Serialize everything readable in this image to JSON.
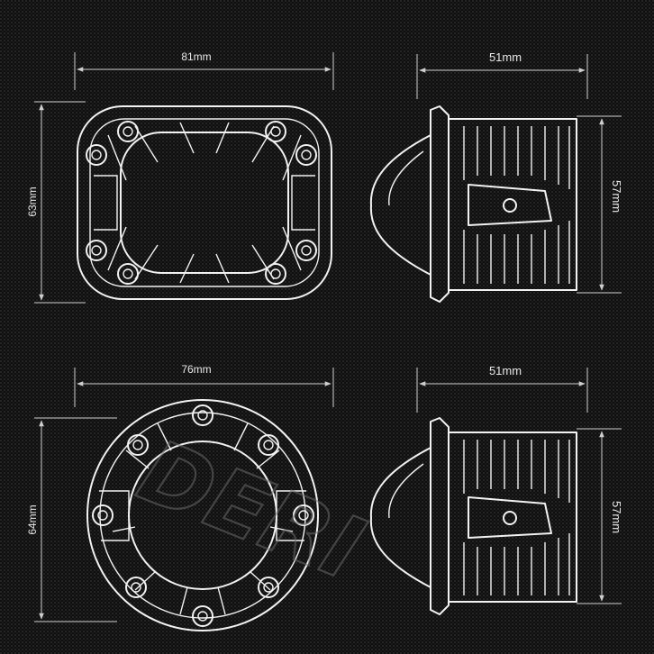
{
  "colors": {
    "background": "#0d0d0d",
    "line": "#f2f2f2",
    "dimension": "#cfcfcf"
  },
  "square_light": {
    "front_view": {
      "width_label": "81mm",
      "height_label": "63mm"
    },
    "side_view": {
      "depth_label": "51mm",
      "height_label": "57mm"
    }
  },
  "round_light": {
    "front_view": {
      "width_label": "76mm",
      "height_label": "64mm"
    },
    "side_view": {
      "depth_label": "51mm",
      "height_label": "57mm"
    }
  },
  "watermark": {
    "text": "DERI"
  }
}
